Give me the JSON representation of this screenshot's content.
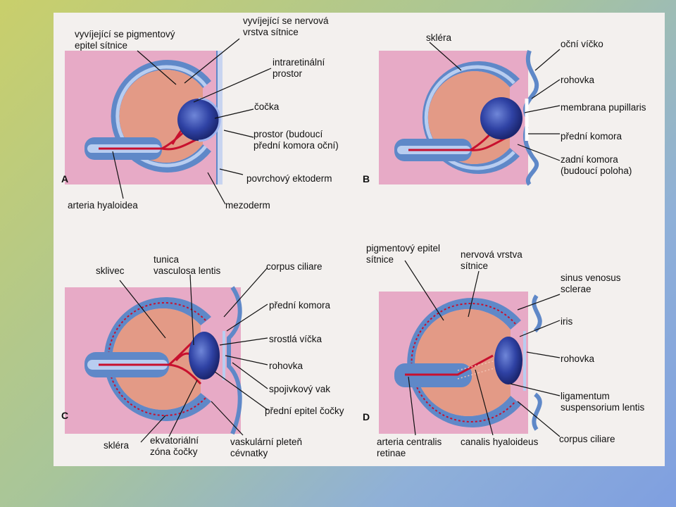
{
  "figure": {
    "panel_letters": {
      "a": "A",
      "b": "B",
      "c": "C",
      "d": "D"
    },
    "panel_a": {
      "pigment_epithelium": "vyvíjející se pigmentový\nepitel sítnice",
      "neural_layer": "vyvíjející se nervová\nvrstva sítnice",
      "intraretinal_space": "intraretinální\nprostor",
      "lens": "čočka",
      "future_chamber": "prostor (budoucí\npřední komora oční)",
      "surface_ectoderm": "povrchový ektoderm",
      "hyaloid_artery": "arteria hyaloidea",
      "mesoderm": "mezoderm"
    },
    "panel_b": {
      "sclera": "skléra",
      "eyelid": "oční víčko",
      "cornea": "rohovka",
      "pupillary_membrane": "membrana pupillaris",
      "anterior_chamber": "přední komora",
      "posterior_chamber": "zadní komora\n(budoucí poloha)"
    },
    "panel_c": {
      "vitreous": "sklivec",
      "tunica": "tunica\nvasculosa lentis",
      "ciliary_body": "corpus ciliare",
      "anterior_chamber": "přední komora",
      "fused_eyelids": "srostlá víčka",
      "cornea": "rohovka",
      "conjunctival_sac": "spojivkový vak",
      "lens_epithelium": "přední epitel čočky",
      "sclera": "skléra",
      "equatorial_zone": "ekvatoriální\nzóna čočky",
      "vascular_plexus": "vaskulární pleteň\ncévnatky"
    },
    "panel_d": {
      "pigment_epithelium": "pigmentový epitel\nsítnice",
      "neural_layer": "nervová vrstva\nsítnice",
      "schlemm_sinus": "sinus venosus\nsclerae",
      "iris": "iris",
      "cornea": "rohovka",
      "ligament": "ligamentum\nsuspensorium lentis",
      "ciliary_body": "corpus ciliare",
      "central_artery": "arteria centralis\nretinae",
      "hyaloid_canal": "canalis hyaloideus"
    }
  },
  "colors": {
    "pink_tissue": "#e7aac6",
    "retina_blue": "#5f88c8",
    "cavity_light": "#b8cdf0",
    "interior_salmon": "#e39a86",
    "vessel_red": "#c8102e",
    "lens_blue": "#2c3c9a"
  }
}
